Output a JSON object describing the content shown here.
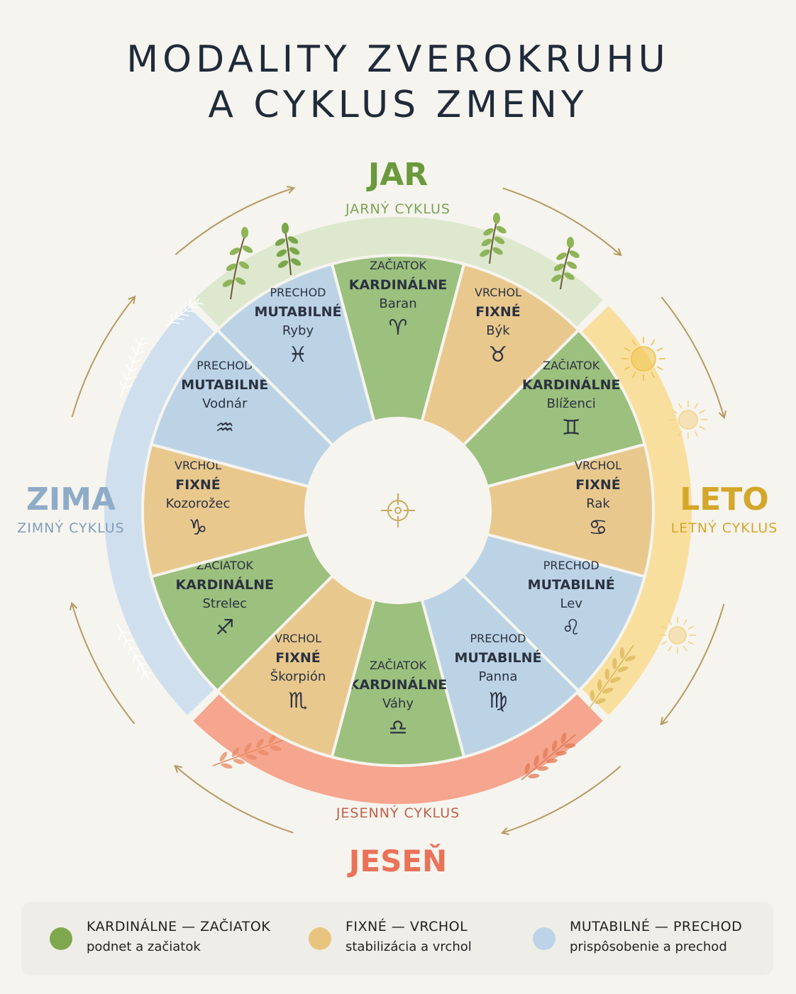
{
  "title": {
    "line1": "MODALITY ZVEROKRUHU",
    "line2": "A CYKLUS ZMENY"
  },
  "colors": {
    "cardinal": "#9cc07e",
    "fixed": "#e9c88e",
    "mutable": "#bcd3e6",
    "spring_ring": "#dde8cf",
    "summer_ring": "#f9df9e",
    "autumn_ring": "#f6a58e",
    "winter_ring": "#cfdfee",
    "spring_text": "#6a9a3c",
    "summer_text": "#d4a62a",
    "autumn_text": "#ea7258",
    "winter_text": "#8eacc8",
    "arrow": "#b59a63",
    "legend_cardinal": "#7fa84e",
    "legend_fixed": "#e8c57f",
    "legend_mutable": "#bcd3e8"
  },
  "seasons": {
    "spring": {
      "name": "JAR",
      "cycle": "JARNÝ CYKLUS"
    },
    "summer": {
      "name": "LETO",
      "cycle": "LETNÝ CYKLUS"
    },
    "autumn": {
      "name": "JESEŇ",
      "cycle": "JESENNÝ CYKLUS"
    },
    "winter": {
      "name": "ZIMA",
      "cycle": "ZIMNÝ CYKLUS"
    }
  },
  "signs": [
    {
      "phase": "ZAČIATOK",
      "modality": "KARDINÁLNE",
      "name": "Baran",
      "glyph": "♈",
      "type": "cardinal"
    },
    {
      "phase": "VRCHOL",
      "modality": "FIXNÉ",
      "name": "Býk",
      "glyph": "♉",
      "type": "fixed"
    },
    {
      "phase": "ZAČIATOK",
      "modality": "KARDINÁLNE",
      "name": "Blíženci",
      "glyph": "♊",
      "type": "cardinal"
    },
    {
      "phase": "VRCHOL",
      "modality": "FIXNÉ",
      "name": "Rak",
      "glyph": "♋",
      "type": "fixed"
    },
    {
      "phase": "PRECHOD",
      "modality": "MUTABILNÉ",
      "name": "Lev",
      "glyph": "♌",
      "type": "mutable"
    },
    {
      "phase": "PRECHOD",
      "modality": "MUTABILNÉ",
      "name": "Panna",
      "glyph": "♍",
      "type": "mutable"
    },
    {
      "phase": "ZAČIATOK",
      "modality": "KARDINÁLNE",
      "name": "Váhy",
      "glyph": "♎",
      "type": "cardinal"
    },
    {
      "phase": "VRCHOL",
      "modality": "FIXNÉ",
      "name": "Škorpión",
      "glyph": "♏",
      "type": "fixed"
    },
    {
      "phase": "ZAČIATOK",
      "modality": "KARDINÁLNE",
      "name": "Strelec",
      "glyph": "♐",
      "type": "cardinal"
    },
    {
      "phase": "VRCHOL",
      "modality": "FIXNÉ",
      "name": "Kozorožec",
      "glyph": "♑",
      "type": "fixed"
    },
    {
      "phase": "PRECHOD",
      "modality": "MUTABILNÉ",
      "name": "Vodnár",
      "glyph": "♒",
      "type": "mutable"
    },
    {
      "phase": "PRECHOD",
      "modality": "MUTABILNÉ",
      "name": "Ryby",
      "glyph": "♓",
      "type": "mutable"
    }
  ],
  "legend": [
    {
      "title": "KARDINÁLNE — ZAČIATOK",
      "desc": "podnet a začiatok",
      "type": "cardinal"
    },
    {
      "title": "FIXNÉ — VRCHOL",
      "desc": "stabilizácia a vrchol",
      "type": "fixed"
    },
    {
      "title": "MUTABILNÉ — PRECHOD",
      "desc": "prispôsobenie a prechod",
      "type": "mutable"
    }
  ]
}
